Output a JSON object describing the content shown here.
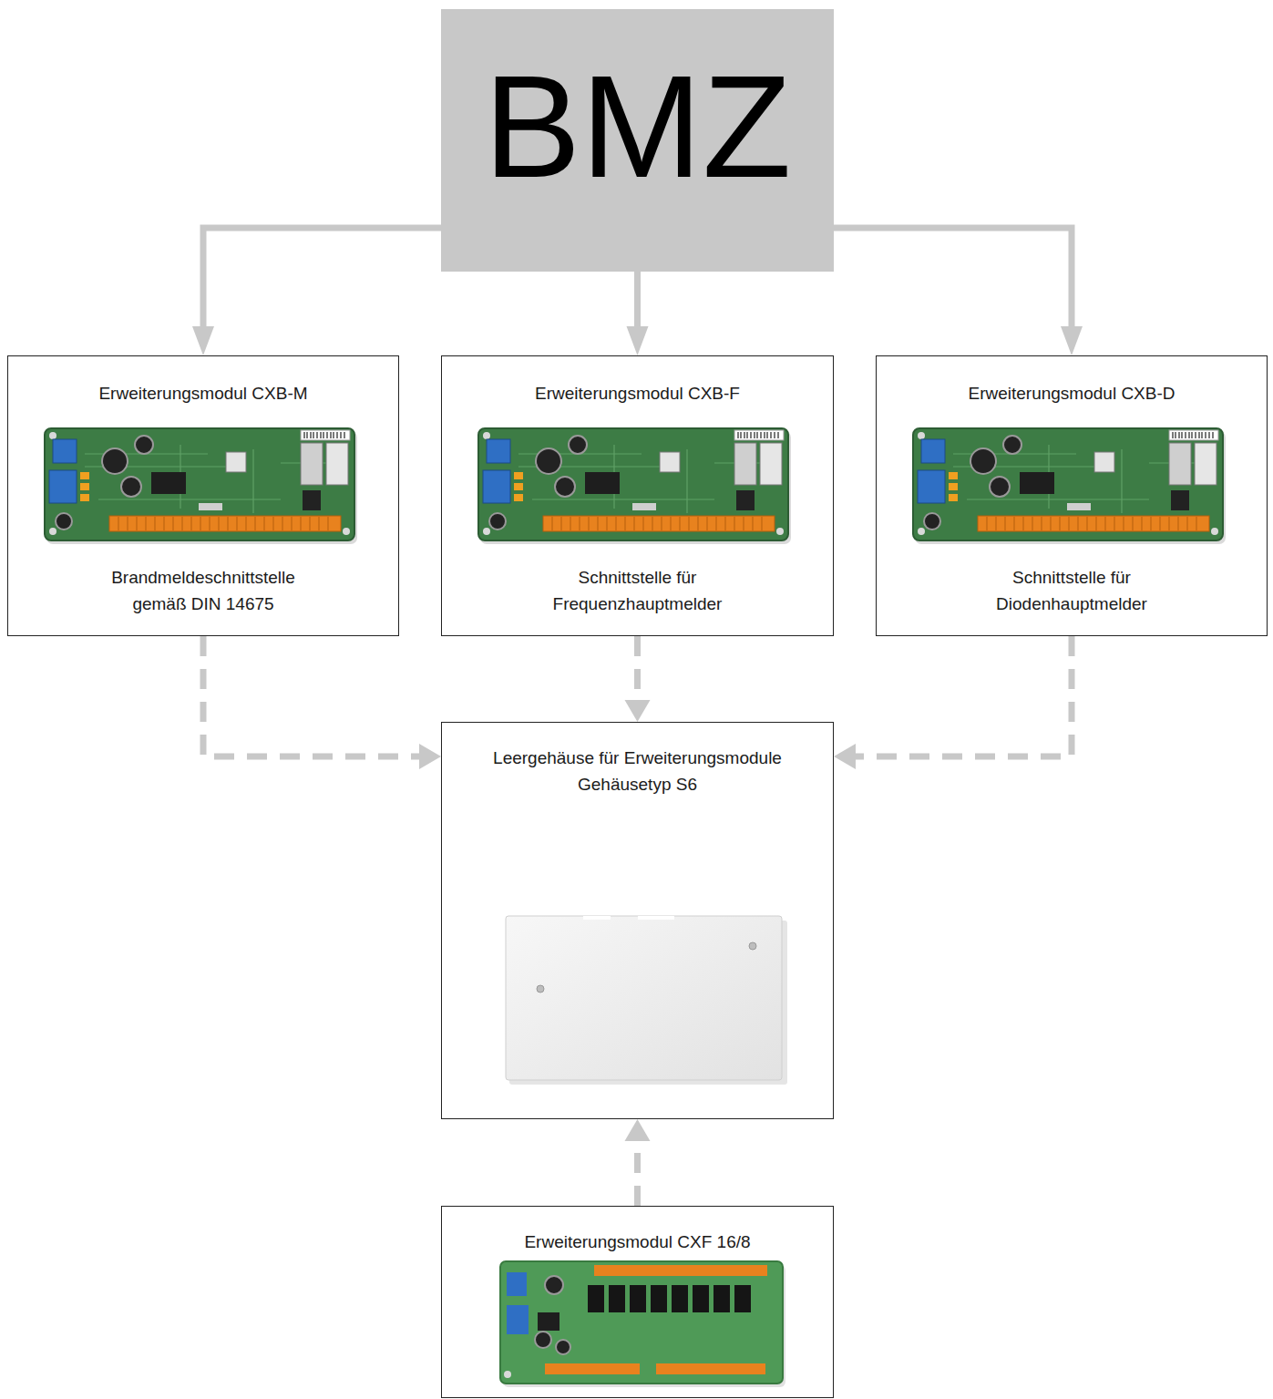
{
  "diagram": {
    "nodes": [
      {
        "text": [
          "BMZ"
        ]
      },
      {
        "text": [
          "Erweiterungsmodul CXB-M",
          "Brandmeldeschnittstelle gemäß DIN 14675"
        ]
      },
      {
        "text": [
          "Erweiterungsmodul CXB-F",
          "Schnittstelle für Frequenzhauptmelder"
        ]
      },
      {
        "text": [
          "Erweiterungsmodul CXB-D",
          "Schnittstelle für Diodenhauptmelder"
        ]
      },
      {
        "text": [
          "Leergehäuse für Erweiterungsmodule",
          "Gehäusetyp S6"
        ]
      },
      {
        "text": [
          "Erweiterungsmodul CXF 16/8"
        ]
      }
    ],
    "edges": [
      {
        "from": 0,
        "to": 1,
        "arrow": "to"
      },
      {
        "from": 0,
        "to": 2,
        "arrow": "to"
      },
      {
        "from": 0,
        "to": 3,
        "arrow": "to"
      },
      {
        "from": 1,
        "to": 4,
        "arrow": "to"
      },
      {
        "from": 2,
        "to": 4,
        "arrow": "to"
      },
      {
        "from": 3,
        "to": 4,
        "arrow": "to"
      },
      {
        "from": 5,
        "to": 4,
        "arrow": "to"
      }
    ]
  }
}
